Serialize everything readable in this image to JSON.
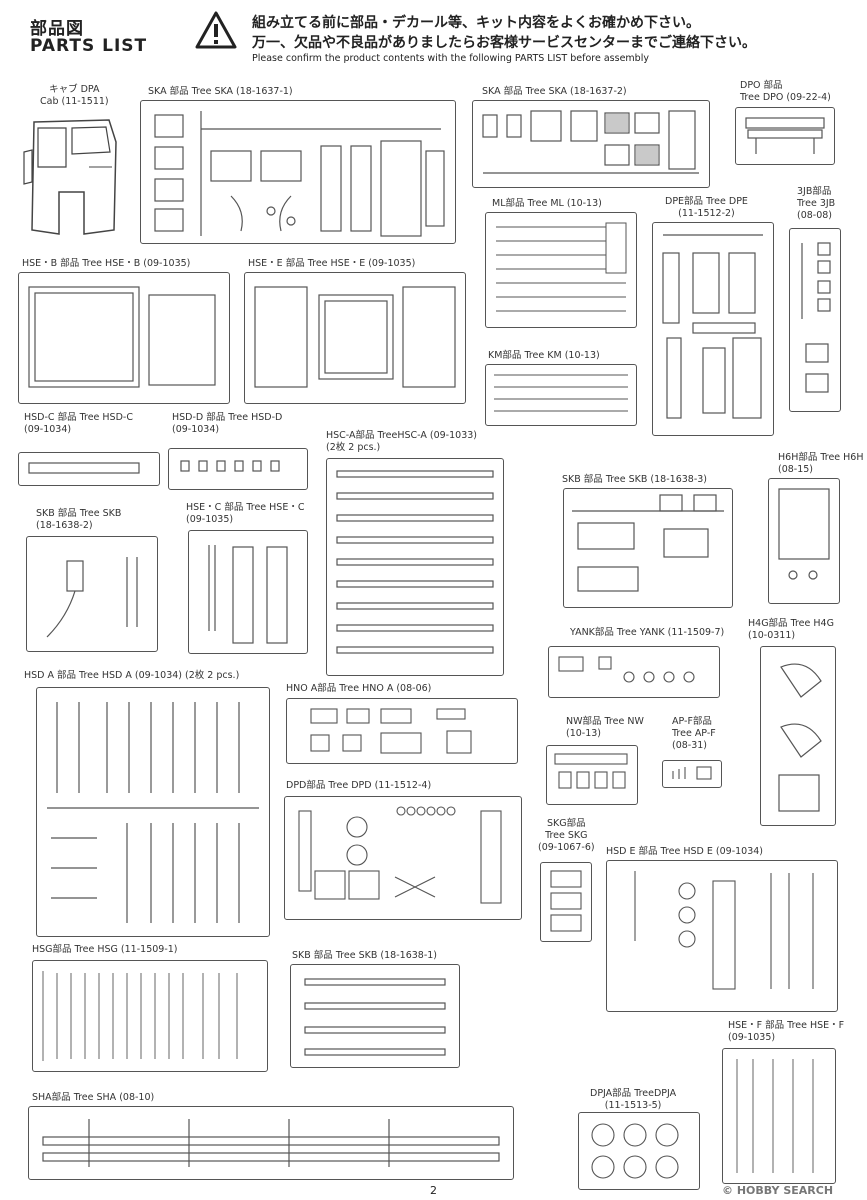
{
  "header": {
    "title_jp": "部品図",
    "title_en": "PARTS LIST",
    "warning_line1": "組み立てる前に部品・デカール等、キット内容をよくお確かめ下さい。",
    "warning_line2": "万一、欠品や不良品がありましたらお客様サービスセンターまでご連絡下さい。",
    "warning_en": "Please confirm the product contents with the following PARTS LIST before assembly"
  },
  "labels": {
    "cab_1": "キャブ DPA",
    "cab_2": "Cab (11-1511)",
    "ska1": "SKA 部品 Tree SKA (18-1637-1)",
    "ska2": "SKA 部品 Tree SKA (18-1637-2)",
    "dpo_1": "DPO 部品",
    "dpo_2": "Tree DPO (09-22-4)",
    "ml": "ML部品 Tree ML (10-13)",
    "dpe_1": "DPE部品 Tree DPE",
    "dpe_2": "(11-1512-2)",
    "jb_1": "3JB部品",
    "jb_2": "Tree 3JB",
    "jb_3": "(08-08)",
    "hseb": "HSE・B 部品 Tree HSE・B (09-1035)",
    "hsee": "HSE・E 部品 Tree HSE・E (09-1035)",
    "km": "KM部品 Tree KM (10-13)",
    "hsdc_1": "HSD-C 部品 Tree HSD-C",
    "hsdc_2": "(09-1034)",
    "hsdd_1": "HSD-D 部品 Tree HSD-D",
    "hsdd_2": "(09-1034)",
    "hsca_1": "HSC-A部品 TreeHSC-A (09-1033)",
    "hsca_2": "(2枚 2 pcs.)",
    "skb3": "SKB 部品 Tree SKB (18-1638-3)",
    "h6h_1": "H6H部品 Tree H6H",
    "h6h_2": "(08-15)",
    "skb2_1": "SKB 部品 Tree SKB",
    "skb2_2": "(18-1638-2)",
    "hsec_1": "HSE・C 部品 Tree HSE・C",
    "hsec_2": "(09-1035)",
    "yank": "YANK部品 Tree YANK (11-1509-7)",
    "h4g_1": "H4G部品 Tree H4G",
    "h4g_2": "(10-0311)",
    "hsda": "HSD A 部品 Tree HSD A (09-1034) (2枚 2 pcs.)",
    "hnoa": "HNO A部品 Tree HNO A (08-06)",
    "nw_1": "NW部品 Tree NW",
    "nw_2": "(10-13)",
    "apf_1": "AP-F部品",
    "apf_2": "Tree AP-F",
    "apf_3": "(08-31)",
    "dpd": "DPD部品 Tree DPD (11-1512-4)",
    "skg_1": "SKG部品",
    "skg_2": "Tree SKG",
    "skg_3": "(09-1067-6)",
    "hsde": "HSD E 部品 Tree HSD E (09-1034)",
    "hsg": "HSG部品 Tree HSG (11-1509-1)",
    "skb1": "SKB 部品 Tree SKB (18-1638-1)",
    "hsef_1": "HSE・F 部品 Tree HSE・F",
    "hsef_2": "(09-1035)",
    "sha": "SHA部品 Tree SHA (08-10)",
    "dpja_1": "DPJA部品 TreeDPJA",
    "dpja_2": "(11-1513-5)"
  },
  "footer": {
    "page_number": "2",
    "watermark": "© HOBBY SEARCH"
  }
}
